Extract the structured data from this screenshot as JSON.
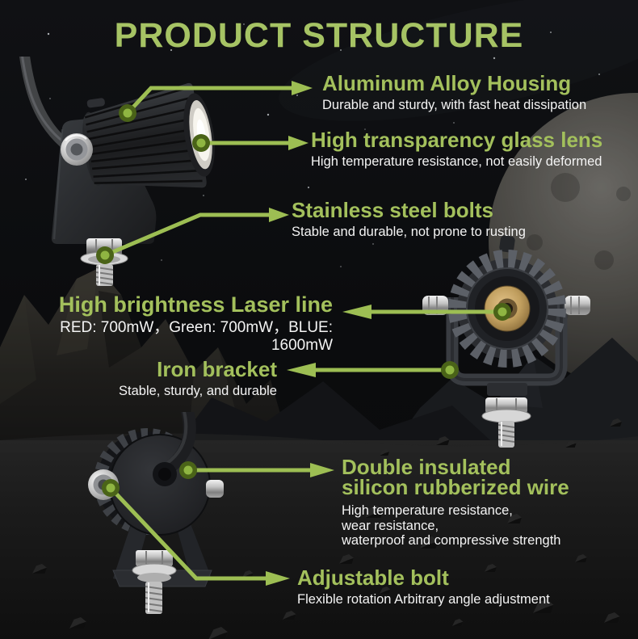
{
  "title": "PRODUCT STRUCTURE",
  "colors": {
    "accent_green": "#a3c05c",
    "callout_line_green": "#9dbe53",
    "dot_ring_green": "#4a6318",
    "dot_center_green": "#8fb542",
    "subtext_white": "#f4f4f4",
    "background_dark": "#0b0c0e"
  },
  "callouts": [
    {
      "heading": "Aluminum Alloy Housing",
      "sub": "Durable and sturdy, with fast heat dissipation"
    },
    {
      "heading": "High transparency glass lens",
      "sub": "High temperature resistance, not easily deformed"
    },
    {
      "heading": "Stainless steel bolts",
      "sub": "Stable and durable, not prone to rusting"
    },
    {
      "heading": "High brightness Laser line",
      "sub": "RED: 700mW，Green: 700mW，BLUE: 1600mW"
    },
    {
      "heading": "Iron bracket",
      "sub": "Stable, sturdy, and durable"
    },
    {
      "heading_lines": [
        "Double insulated",
        "silicon rubberized wire"
      ],
      "sub_lines": [
        "High temperature resistance,",
        "wear resistance,",
        "waterproof and compressive strength"
      ]
    },
    {
      "heading": "Adjustable bolt",
      "sub": "Flexible rotation Arbitrary angle adjustment"
    }
  ],
  "figures": [
    {
      "name": "laser-light-side-view"
    },
    {
      "name": "laser-light-front-view-with-bracket"
    },
    {
      "name": "laser-light-rear-view-with-bracket"
    }
  ]
}
